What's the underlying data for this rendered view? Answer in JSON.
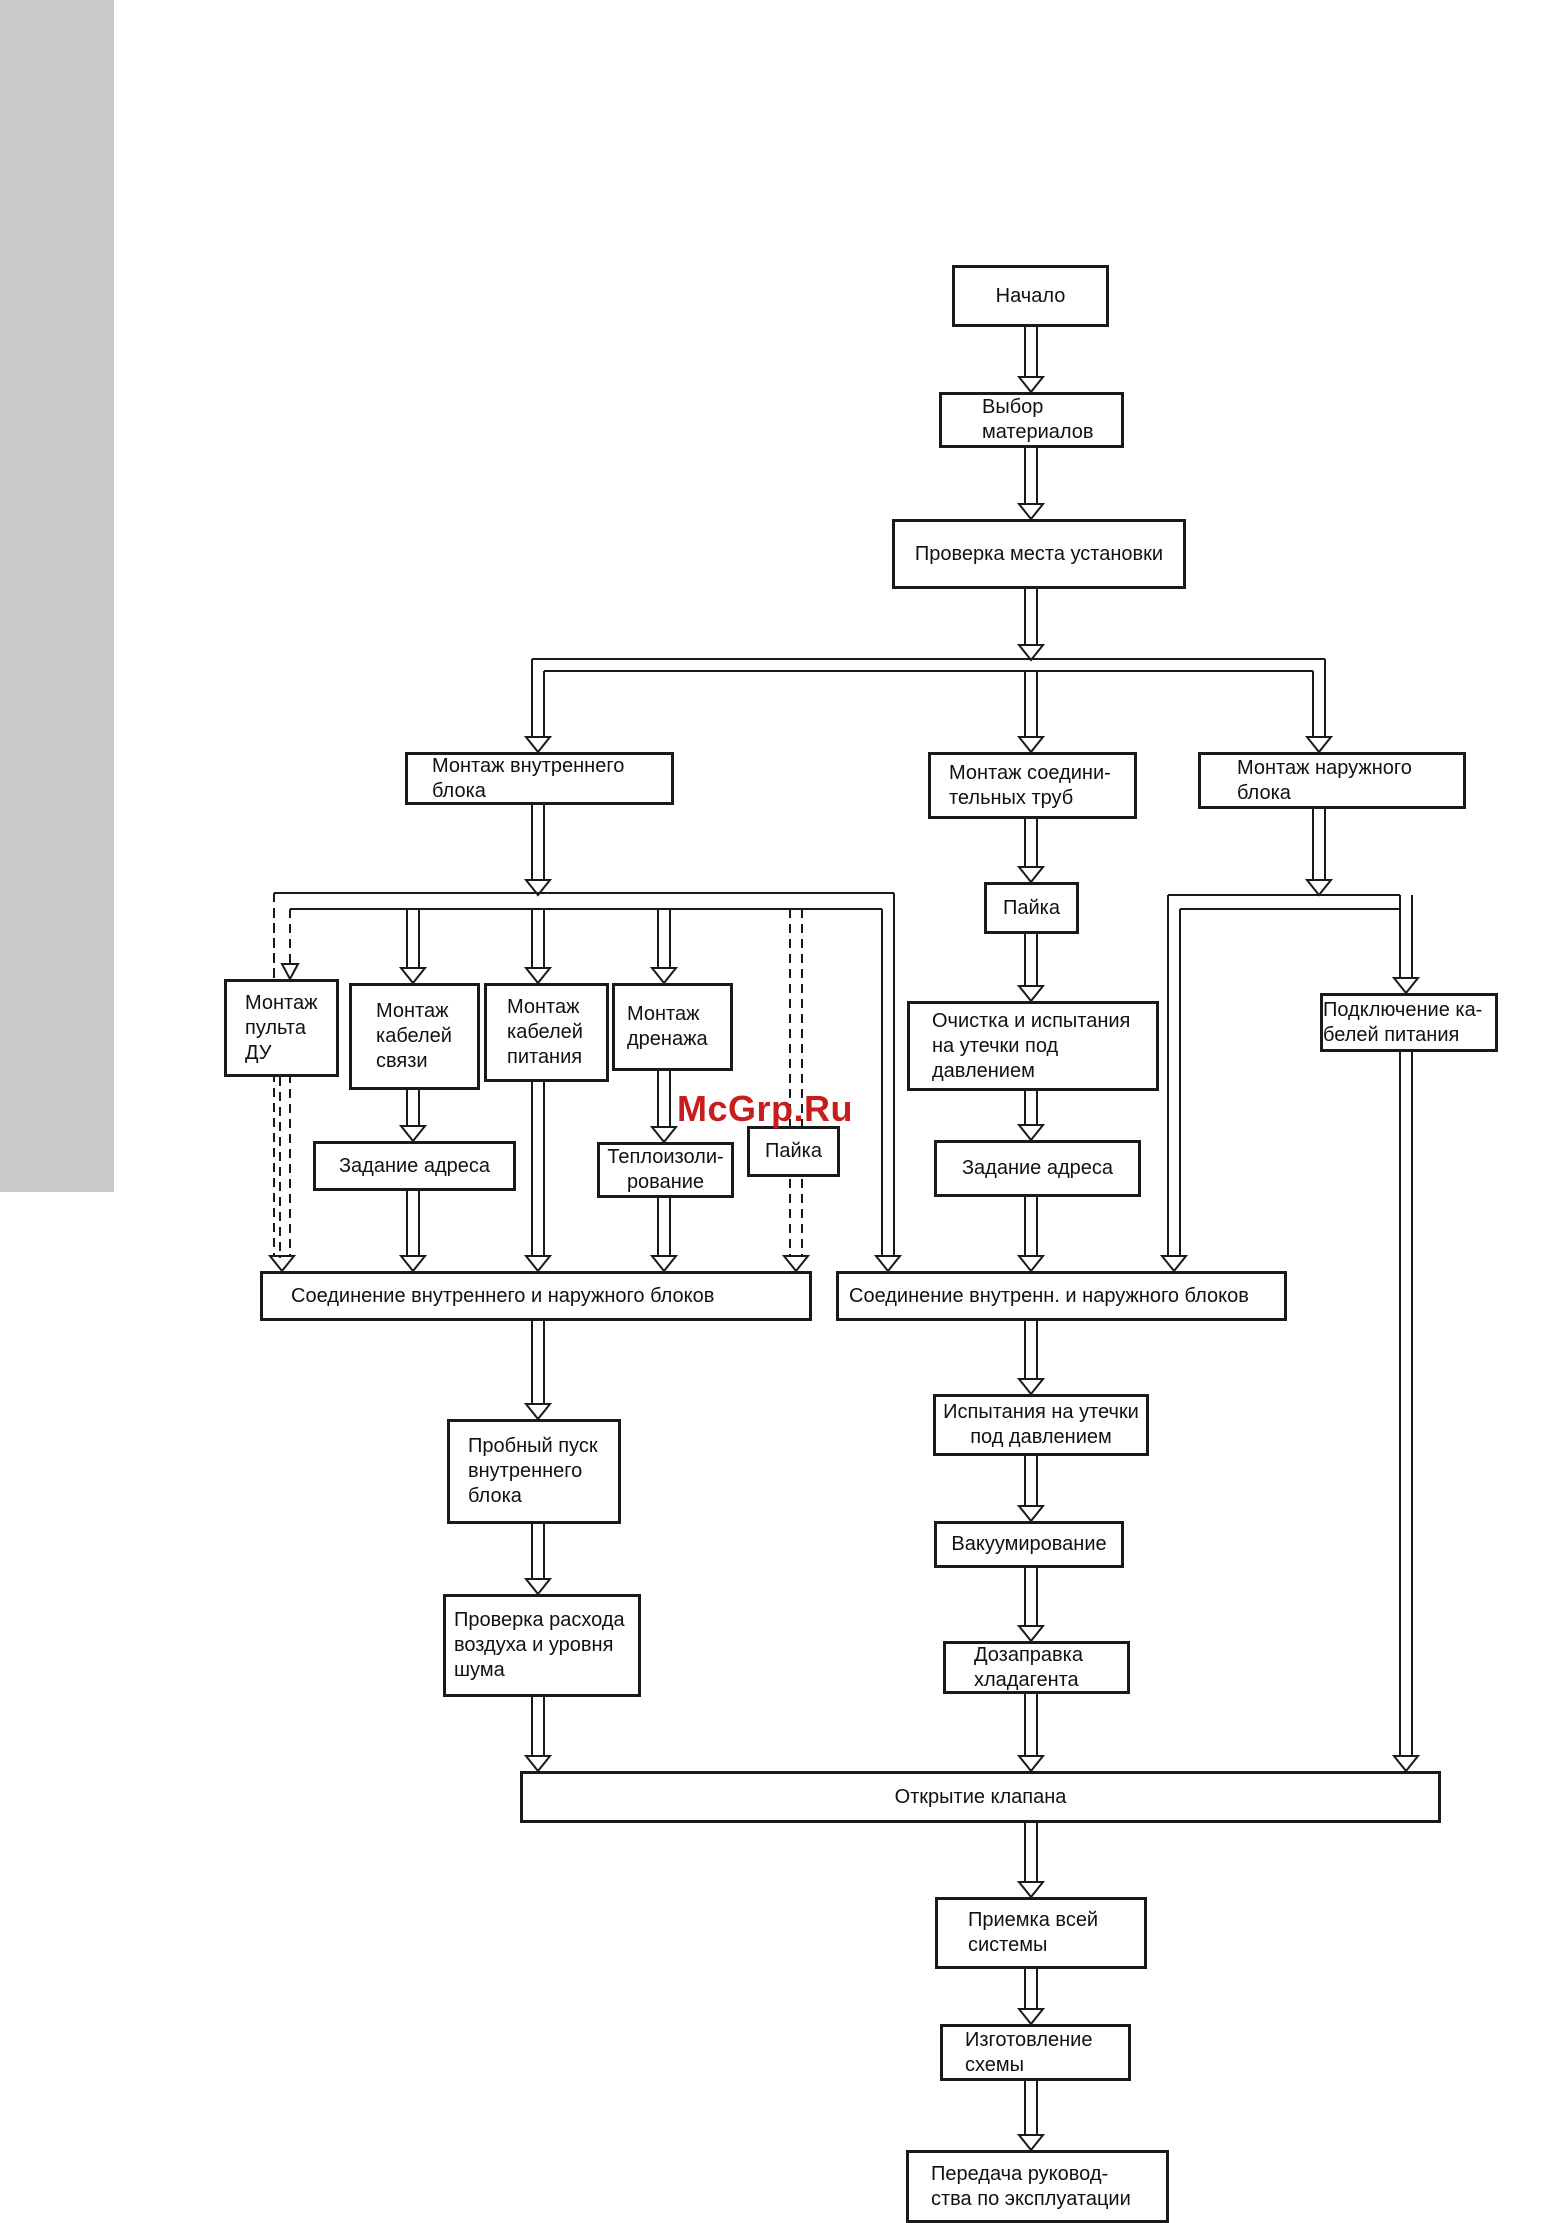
{
  "watermark": "McGrp.Ru",
  "steps": {
    "start": "Начало",
    "materials": "Выбор\nматериалов",
    "site_check": "Проверка места установки",
    "indoor_mount": "Монтаж внутреннего\nблока",
    "pipes_mount": "Монтаж соедини-\nтельных труб",
    "outdoor_mount": "Монтаж наружного\nблока",
    "remote_mount": "Монтаж\nпульта\nДУ",
    "comm_cables": "Монтаж\nкабелей\nсвязи",
    "power_cables": "Монтаж\nкабелей\nпитания",
    "drain_mount": "Монтаж\nдренажа",
    "soldering_left": "Пайка",
    "soldering_pipes": "Пайка",
    "address_left": "Задание адреса",
    "insulation": "Теплоизоли-\nрование",
    "cleaning_test": "Очистка и испытания\nна утечки под\nдавлением",
    "address_right": "Задание адреса",
    "power_connect": "Подключение ка-\nбелей питания",
    "join_left": "Соединение  внутреннего  и  наружного  блоков",
    "join_right": "Соединение  внутренн. и наружного блоков",
    "trial_run": "Пробный пуск\nвнутреннего\nблока",
    "airflow_check": "Проверка расхода\nвоздуха и уровня\nшума",
    "leak_test": "Испытания на утечки\nпод давлением",
    "vacuum": "Вакуумирование",
    "refill": "Дозаправка\nхладагента",
    "valve_open": "Открытие  клапана",
    "acceptance": "Приемка всей\nсистемы",
    "diagram_make": "Изготовление\nсхемы",
    "manual_handover": "Передача  руковод-\nства по эксплуатации"
  }
}
